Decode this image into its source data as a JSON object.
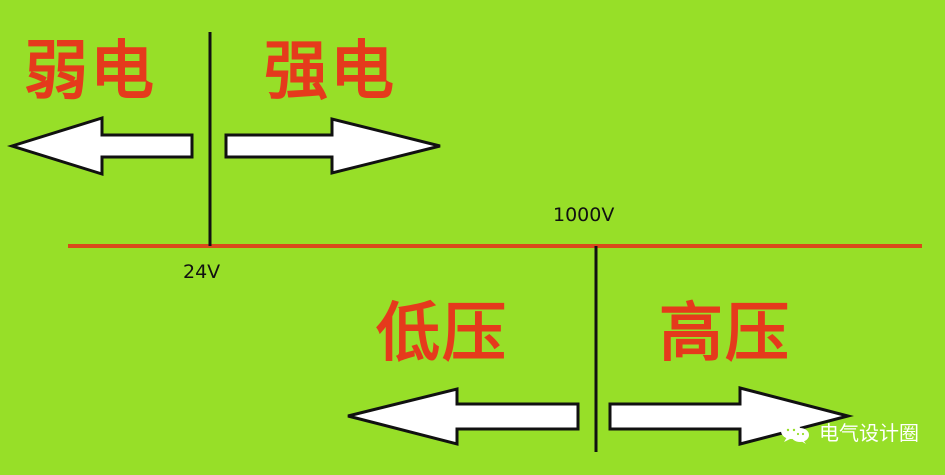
{
  "labels": {
    "weak_current": "弱电",
    "strong_current": "强电",
    "low_voltage": "低压",
    "high_voltage": "高压",
    "threshold_24v": "24V",
    "threshold_1000v": "1000V"
  },
  "watermark": {
    "text": "电气设计圈",
    "icon": "wechat-icon"
  },
  "colors": {
    "background": "#97df28",
    "axis_line": "#d94a1b",
    "label_red": "#e53a1c",
    "stroke": "#111111",
    "arrow_fill": "#ffffff"
  }
}
